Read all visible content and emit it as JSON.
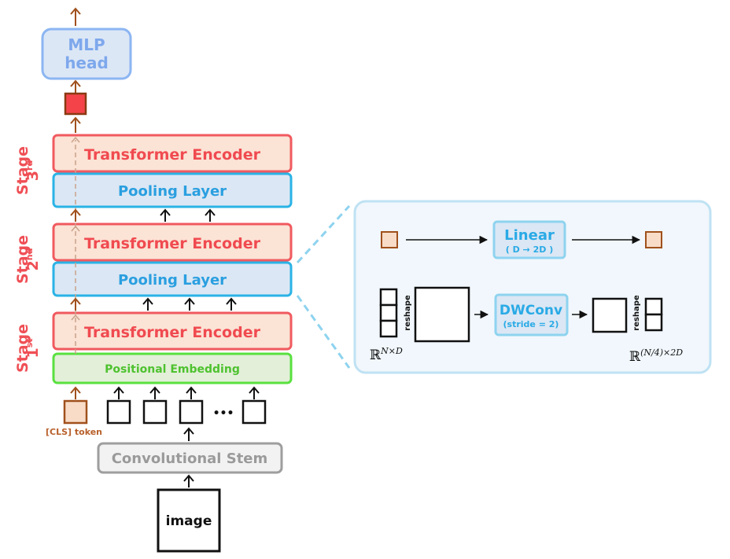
{
  "colors": {
    "encoder_fill": "#fbe3d5",
    "encoder_border": "#f05a5f",
    "encoder_text": "#f04a50",
    "pooling_fill": "#dbe7f4",
    "pooling_border": "#2ab3e6",
    "pooling_text": "#2a9fe0",
    "embedding_fill": "#e3efd9",
    "embedding_border": "#59e03f",
    "embedding_text": "#4ec22f",
    "mlp_fill": "#dce7f6",
    "mlp_border": "#8cb6f2",
    "mlp_text": "#7ea8ec",
    "stem_border": "#9e9e9e",
    "stem_text": "#9a9a9a",
    "token_brown": "#a0501c",
    "cls_fill": "#f8dcc8",
    "cls_out_fill": "#f4444a",
    "stage_text": "#ef4f55",
    "panel_fill": "#f1f7fc",
    "panel_border": "#bfe2f3",
    "dashed": "#8ed3ef"
  },
  "mlp_head": {
    "line1": "MLP",
    "line2": "head"
  },
  "stages": [
    {
      "label": "Stage",
      "ordinal": "1",
      "suffix": "st"
    },
    {
      "label": "Stage",
      "ordinal": "2",
      "suffix": "nd"
    },
    {
      "label": "Stage",
      "ordinal": "3",
      "suffix": "rd"
    }
  ],
  "blocks": {
    "transformer_encoder": "Transformer Encoder",
    "pooling_layer": "Pooling Layer",
    "positional_embedding": "Positional Embedding",
    "convolutional_stem": "Convolutional Stem",
    "image": "image"
  },
  "cls_token_label": "[CLS] token",
  "ellipsis": "•••",
  "detail_panel": {
    "linear": {
      "title": "Linear",
      "subtitle": "( D → 2D )"
    },
    "dwconv": {
      "title": "DWConv",
      "subtitle": "(stride = 2)"
    },
    "reshape_label": "reshape",
    "input_shape": {
      "base": "ℝ",
      "exponent": "N×D"
    },
    "output_shape": {
      "base": "ℝ",
      "exponent": "(N/4)×2D"
    }
  }
}
